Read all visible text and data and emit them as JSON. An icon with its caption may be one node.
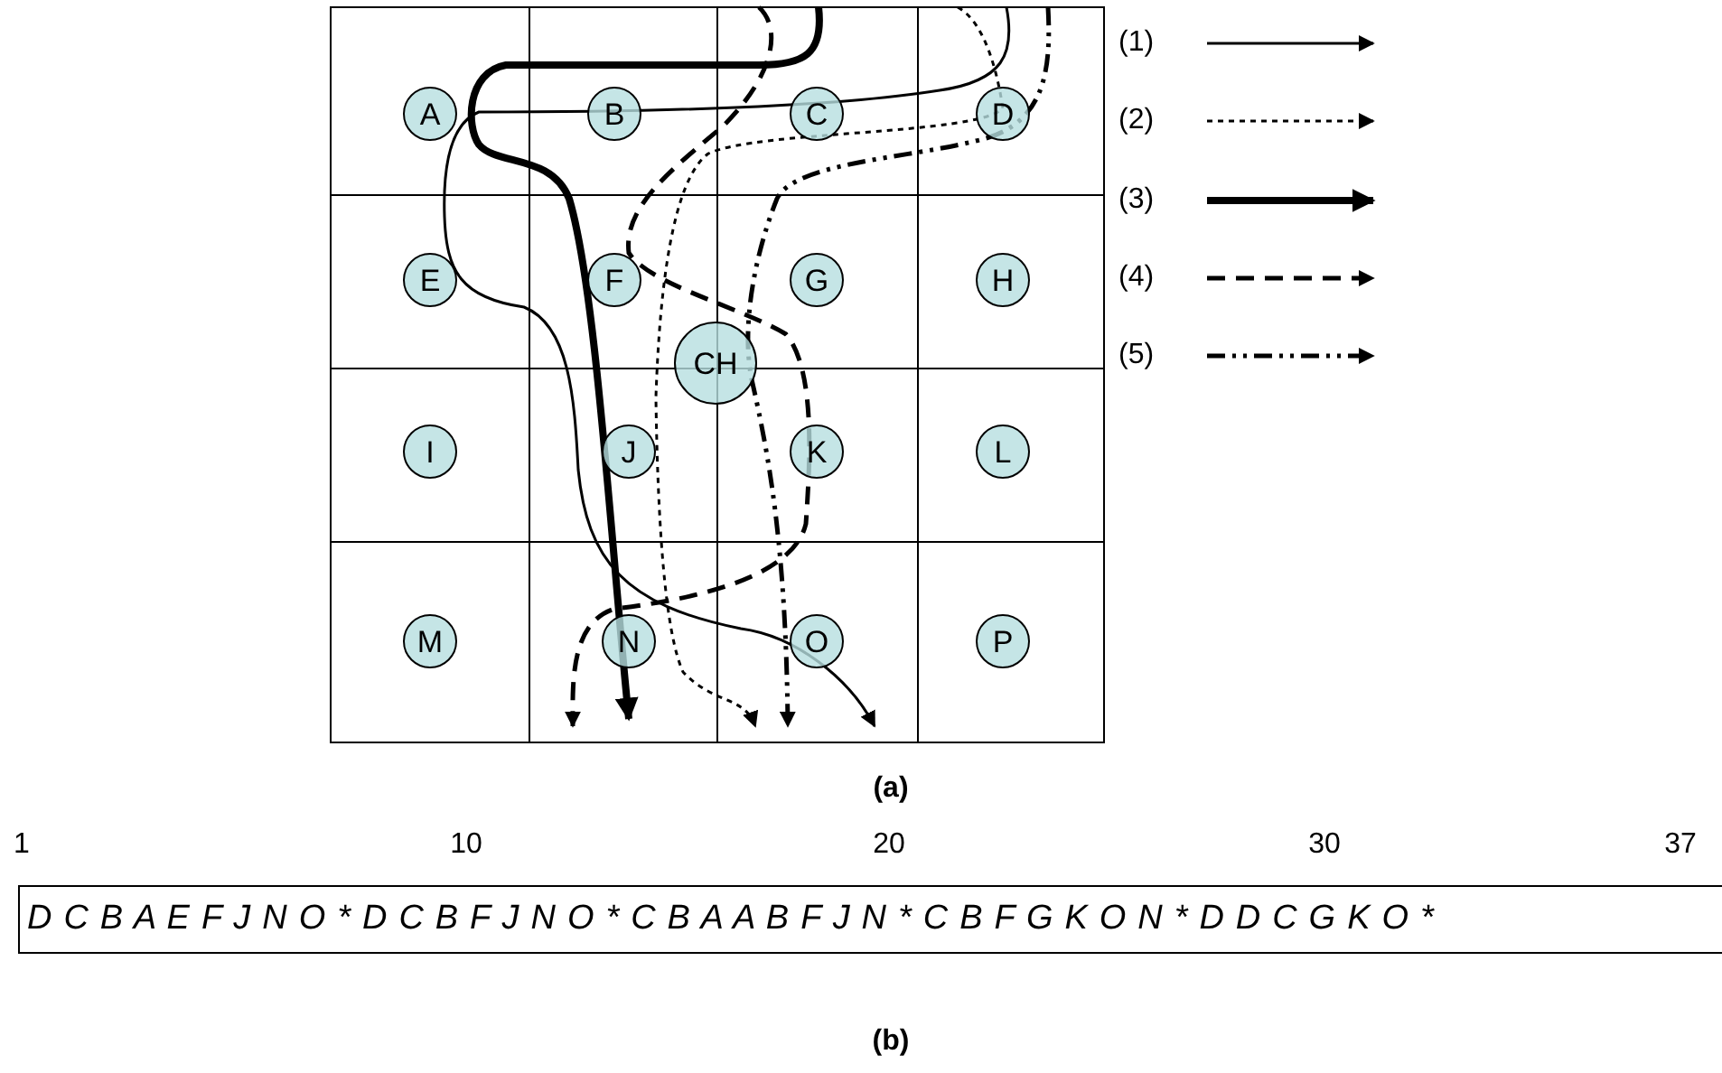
{
  "diagram": {
    "nodes": [
      {
        "text": [
          "A"
        ]
      },
      {
        "text": [
          "B"
        ]
      },
      {
        "text": [
          "C"
        ]
      },
      {
        "text": [
          "D"
        ]
      },
      {
        "text": [
          "E"
        ]
      },
      {
        "text": [
          "F"
        ]
      },
      {
        "text": [
          "G"
        ]
      },
      {
        "text": [
          "H"
        ]
      },
      {
        "text": [
          "CH"
        ]
      },
      {
        "text": [
          "I"
        ]
      },
      {
        "text": [
          "J"
        ]
      },
      {
        "text": [
          "K"
        ]
      },
      {
        "text": [
          "L"
        ]
      },
      {
        "text": [
          "M"
        ]
      },
      {
        "text": [
          "N"
        ]
      },
      {
        "text": [
          "O"
        ]
      },
      {
        "text": [
          "P"
        ]
      },
      {
        "text": [
          "D C B A E F J N O * D C B F J N O * C B A A B F J N * C B F G K O N * D D C G K O *"
        ]
      }
    ],
    "labels": [
      "(a)",
      "1",
      "10",
      "20",
      "30",
      "37",
      "(b)"
    ],
    "legend": [
      {
        "text": "(1)"
      },
      {
        "text": "(2)"
      },
      {
        "text": "(3)"
      },
      {
        "text": "(4)"
      },
      {
        "text": "(5)"
      }
    ]
  }
}
